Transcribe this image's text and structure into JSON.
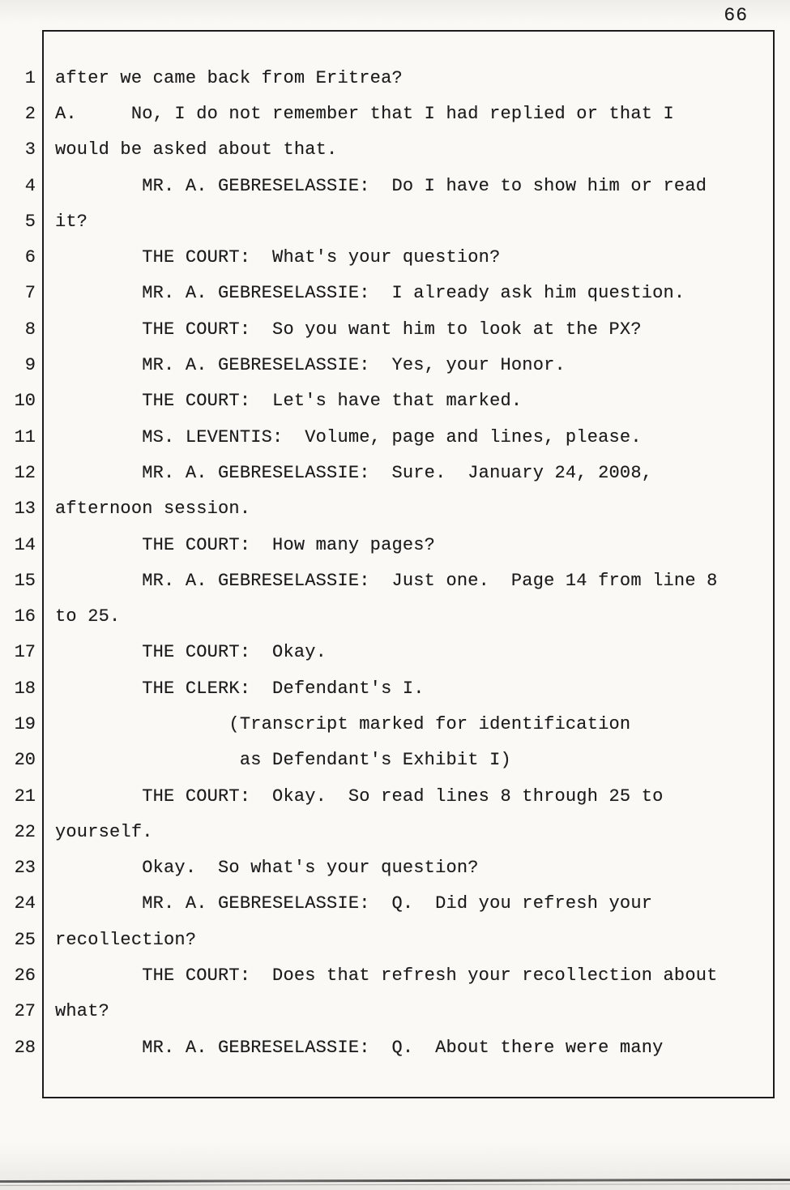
{
  "page": {
    "number": "66"
  },
  "colors": {
    "paper": "#faf9f6",
    "ink": "#1c1c1c",
    "border": "#1c1c1c"
  },
  "lines": [
    {
      "num": "1",
      "text": "after we came back from Eritrea?"
    },
    {
      "num": "2",
      "text": "A.     No, I do not remember that I had replied or that I"
    },
    {
      "num": "3",
      "text": "would be asked about that."
    },
    {
      "num": "4",
      "text": "        MR. A. GEBRESELASSIE:  Do I have to show him or read"
    },
    {
      "num": "5",
      "text": "it?"
    },
    {
      "num": "6",
      "text": "        THE COURT:  What's your question?"
    },
    {
      "num": "7",
      "text": "        MR. A. GEBRESELASSIE:  I already ask him question."
    },
    {
      "num": "8",
      "text": "        THE COURT:  So you want him to look at the PX?"
    },
    {
      "num": "9",
      "text": "        MR. A. GEBRESELASSIE:  Yes, your Honor."
    },
    {
      "num": "10",
      "text": "        THE COURT:  Let's have that marked."
    },
    {
      "num": "11",
      "text": "        MS. LEVENTIS:  Volume, page and lines, please."
    },
    {
      "num": "12",
      "text": "        MR. A. GEBRESELASSIE:  Sure.  January 24, 2008,"
    },
    {
      "num": "13",
      "text": "afternoon session."
    },
    {
      "num": "14",
      "text": "        THE COURT:  How many pages?"
    },
    {
      "num": "15",
      "text": "        MR. A. GEBRESELASSIE:  Just one.  Page 14 from line 8"
    },
    {
      "num": "16",
      "text": "to 25."
    },
    {
      "num": "17",
      "text": "        THE COURT:  Okay."
    },
    {
      "num": "18",
      "text": "        THE CLERK:  Defendant's I."
    },
    {
      "num": "19",
      "text": "                (Transcript marked for identification"
    },
    {
      "num": "20",
      "text": "                 as Defendant's Exhibit I)"
    },
    {
      "num": "21",
      "text": "        THE COURT:  Okay.  So read lines 8 through 25 to"
    },
    {
      "num": "22",
      "text": "yourself."
    },
    {
      "num": "23",
      "text": "        Okay.  So what's your question?"
    },
    {
      "num": "24",
      "text": "        MR. A. GEBRESELASSIE:  Q.  Did you refresh your"
    },
    {
      "num": "25",
      "text": "recollection?"
    },
    {
      "num": "26",
      "text": "        THE COURT:  Does that refresh your recollection about"
    },
    {
      "num": "27",
      "text": "what?"
    },
    {
      "num": "28",
      "text": "        MR. A. GEBRESELASSIE:  Q.  About there were many"
    }
  ]
}
